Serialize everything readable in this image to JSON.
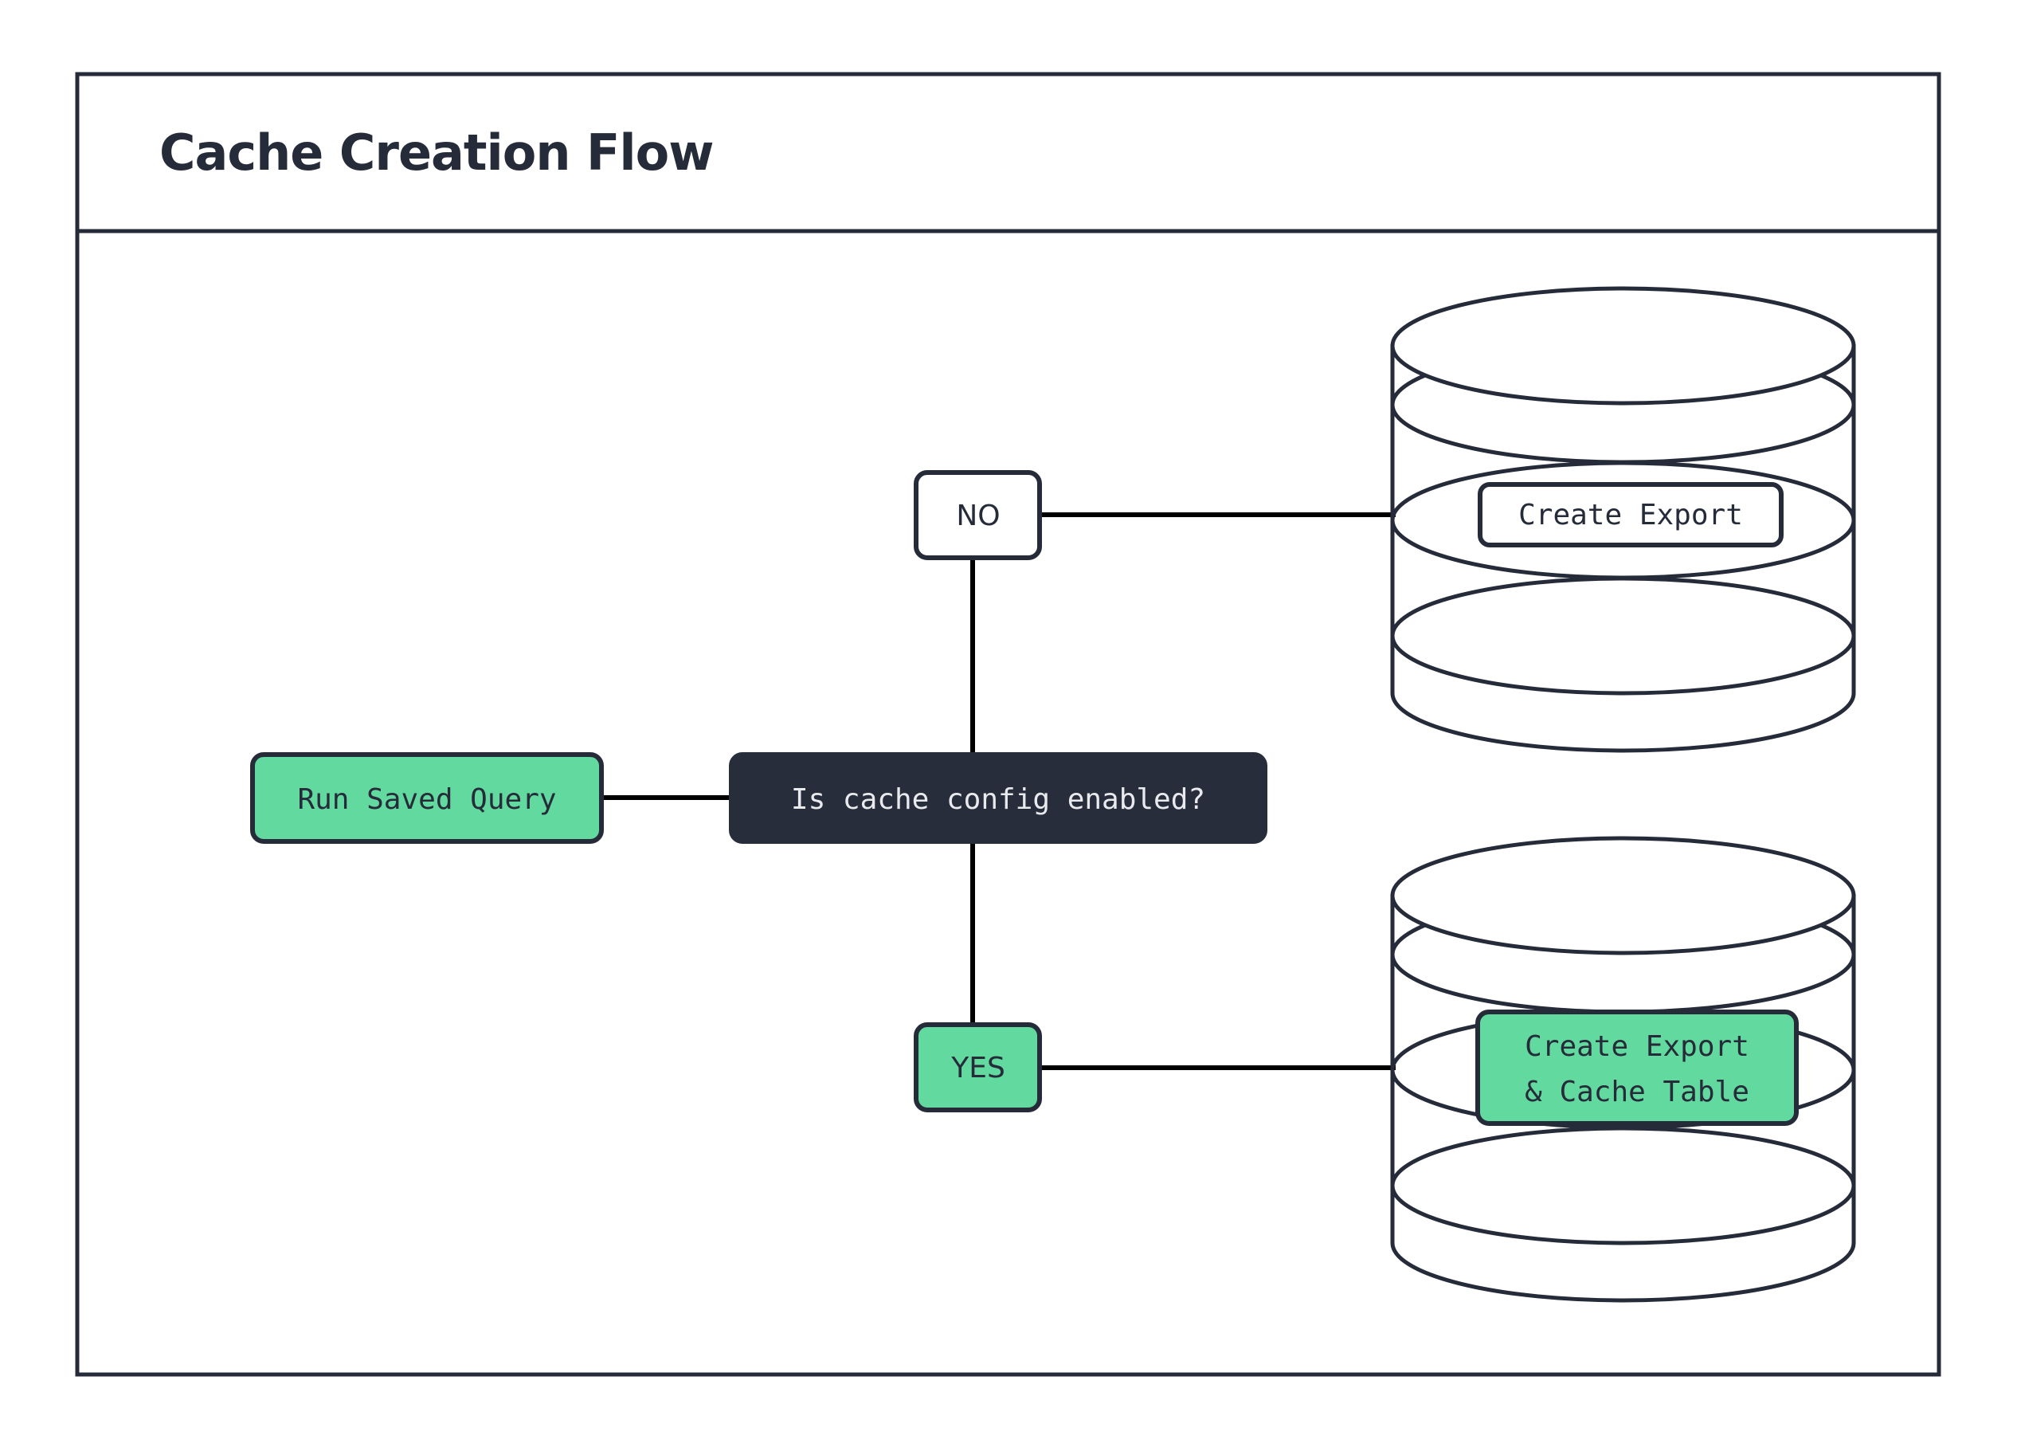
{
  "diagram": {
    "title": "Cache Creation Flow",
    "frame": {
      "border_color": "#262b3a",
      "background": "#ffffff"
    },
    "palette": {
      "dark": "#282d3c",
      "green": "#62d99e",
      "white": "#ffffff",
      "line": "#000000",
      "text_dark": "#262b3a",
      "text_light": "#e8eaee"
    },
    "nodes": {
      "start": {
        "label": "Run Saved Query",
        "shape": "rounded-rect",
        "fill": "green"
      },
      "decision": {
        "label": "Is cache config enabled?",
        "shape": "rounded-rect",
        "fill": "dark"
      },
      "branch_no": {
        "label": "NO",
        "shape": "rounded-rect",
        "fill": "white"
      },
      "branch_yes": {
        "label": "YES",
        "shape": "rounded-rect",
        "fill": "green"
      },
      "db_no": {
        "shape": "cylinder",
        "label": "Create Export",
        "label_fill": "white"
      },
      "db_yes": {
        "shape": "cylinder",
        "label_line1": "Create Export",
        "label_line2": "& Cache Table",
        "label_fill": "green"
      }
    },
    "edges": [
      {
        "from": "start",
        "to": "decision"
      },
      {
        "from": "decision",
        "to": "branch_no"
      },
      {
        "from": "decision",
        "to": "branch_yes"
      },
      {
        "from": "branch_no",
        "to": "db_no"
      },
      {
        "from": "branch_yes",
        "to": "db_yes"
      }
    ]
  }
}
